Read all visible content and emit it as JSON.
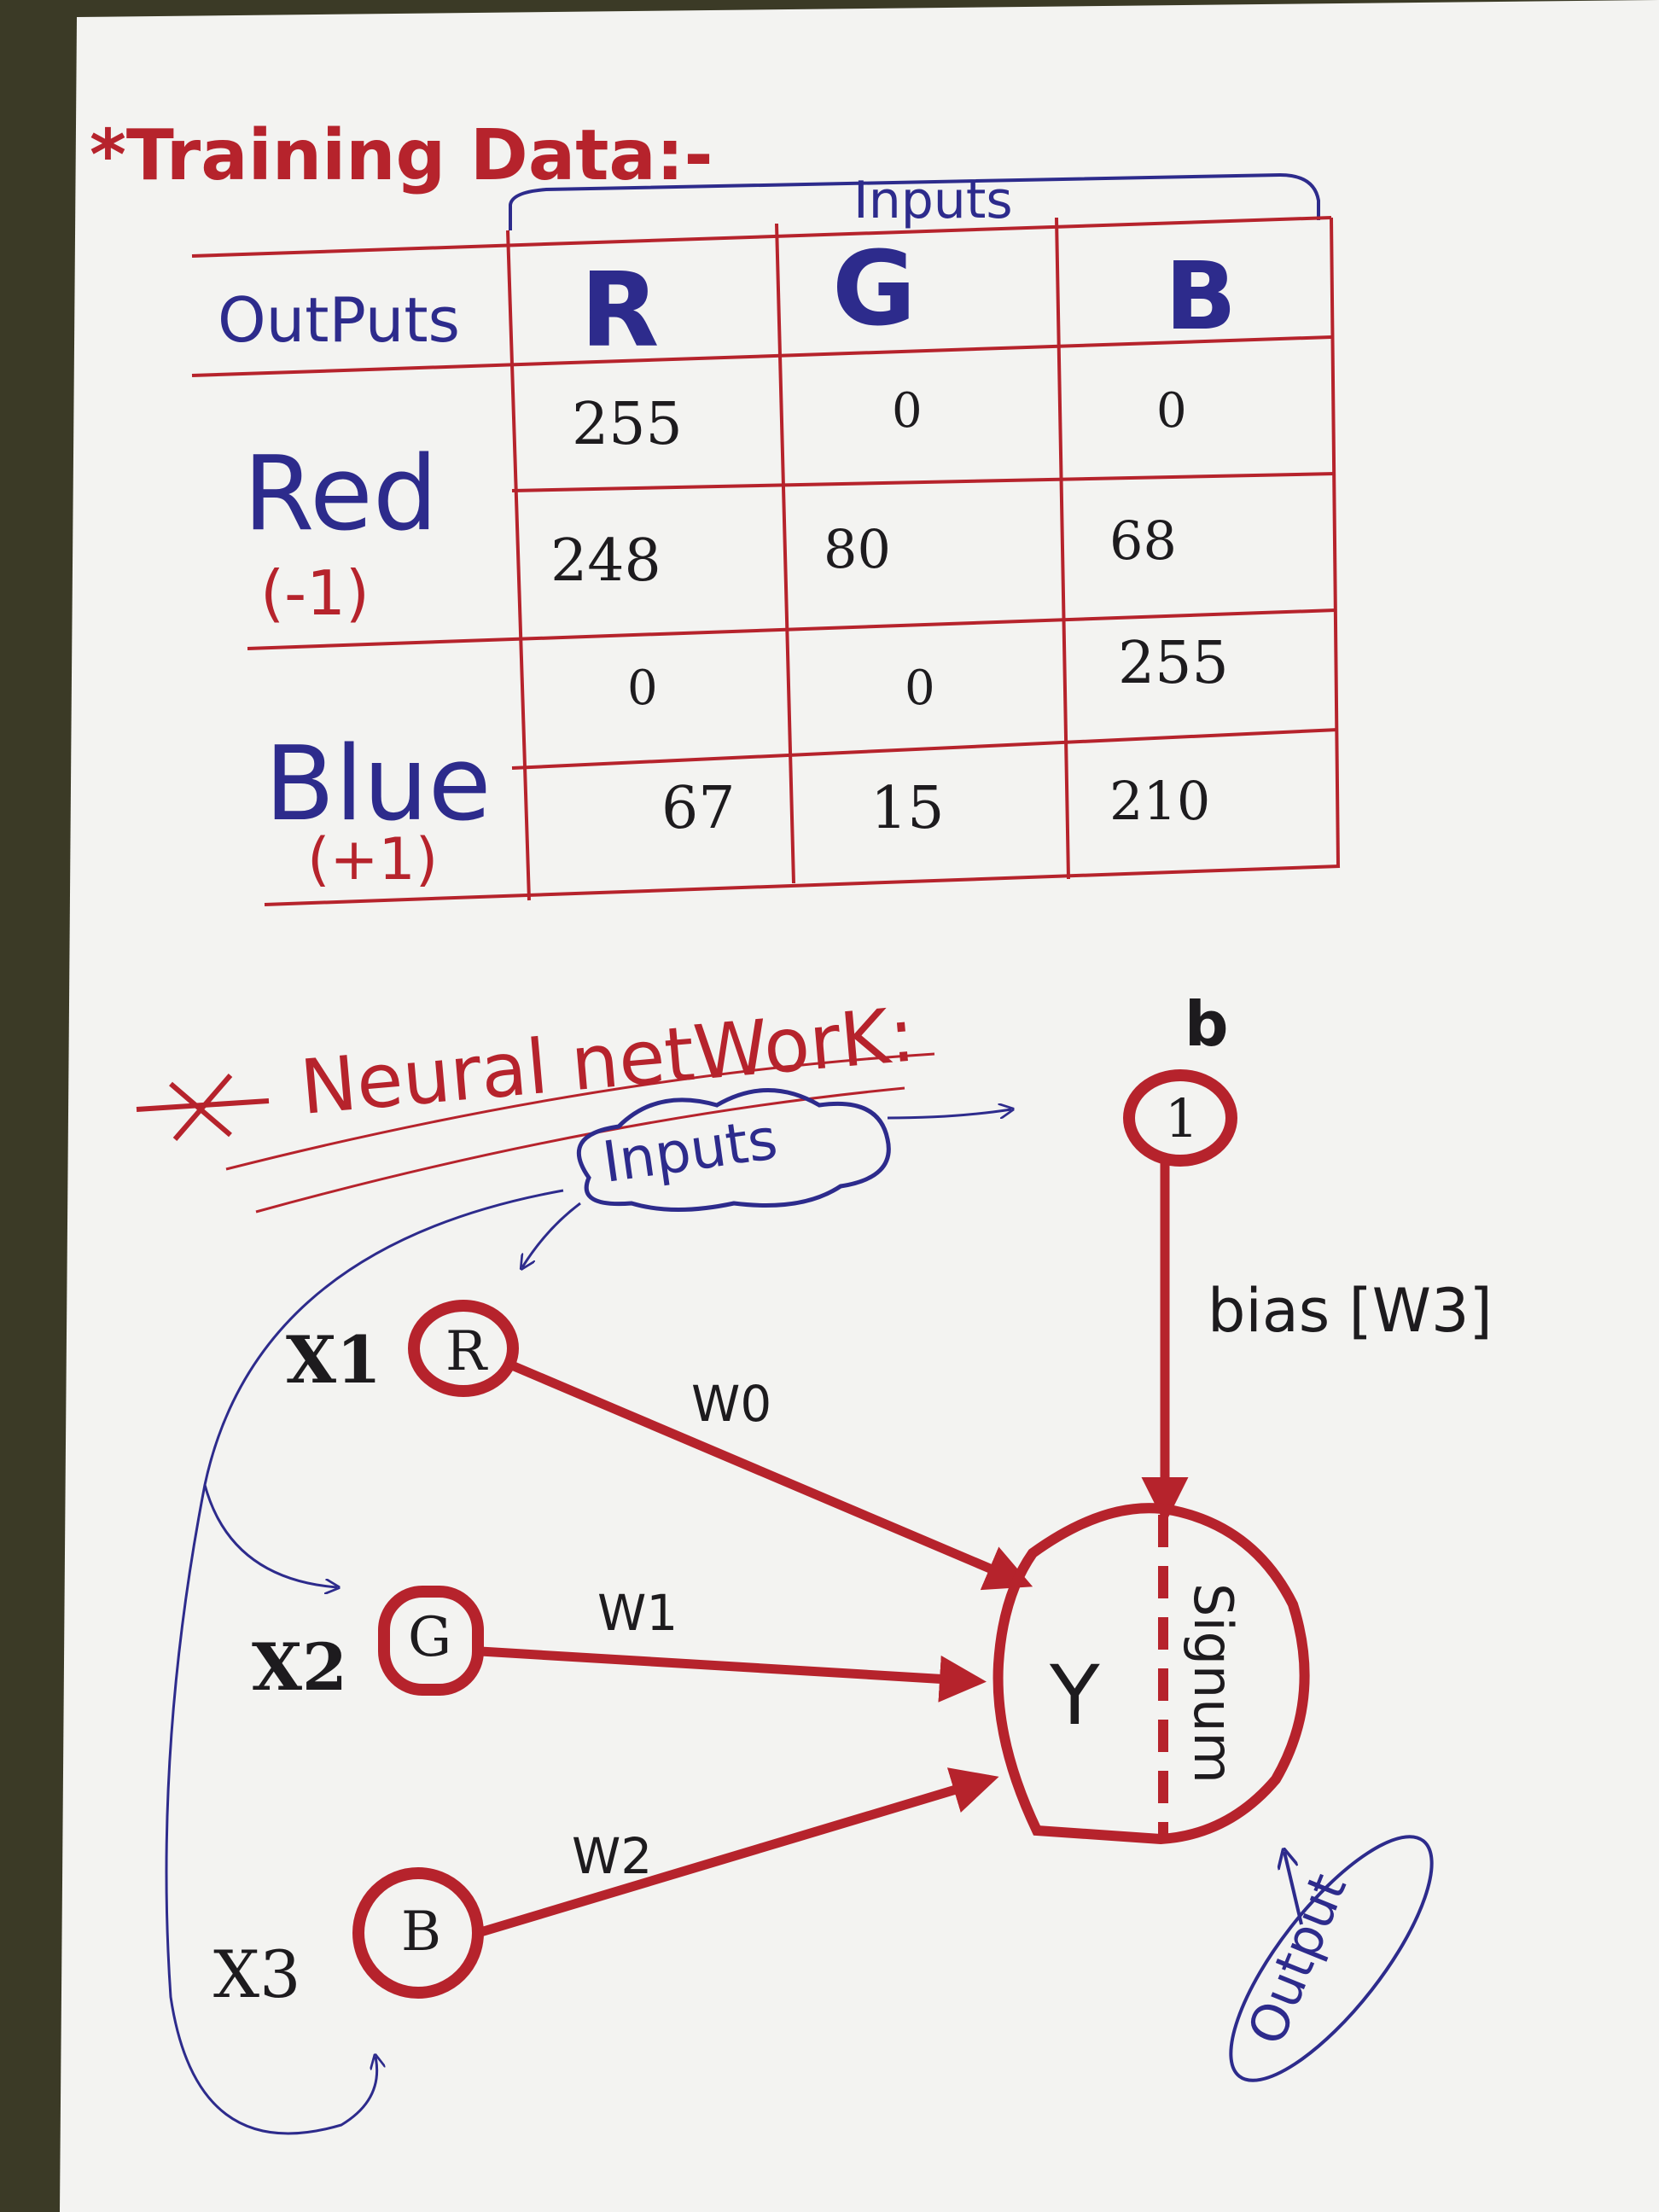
{
  "training": {
    "heading": "*Training Data:-",
    "inputs_label": "Inputs",
    "outputs_label": "OutPuts",
    "columns": [
      "R",
      "G",
      "B"
    ],
    "rows": [
      [
        "255",
        "0",
        "0"
      ],
      [
        "248",
        "80",
        "68"
      ],
      [
        "0",
        "0",
        "255"
      ],
      [
        "67",
        "15",
        "210"
      ]
    ],
    "classes": [
      {
        "name": "Red",
        "code": "(-1)"
      },
      {
        "name": "Blue",
        "code": "(+1)"
      }
    ]
  },
  "network": {
    "heading": "Neural netWorK:",
    "inputs_cloud": "Inputs",
    "bias_node": "1",
    "bias_symbol": "b",
    "bias_edge": "bias [W3]",
    "inputs": [
      {
        "var": "X1",
        "node": "R",
        "weight": "W0"
      },
      {
        "var": "X2",
        "node": "G",
        "weight": "W1"
      },
      {
        "var": "X3",
        "node": "B",
        "weight": "W2"
      }
    ],
    "neuron_sum": "Y",
    "neuron_activation": "Signum",
    "output_label": "Output"
  },
  "colors": {
    "paper": "#f3f3f1",
    "red_ink": "#b6232c",
    "blue_ink": "#2d2b8c",
    "black_ink": "#1d1b1e",
    "background": "#3b3a26"
  }
}
